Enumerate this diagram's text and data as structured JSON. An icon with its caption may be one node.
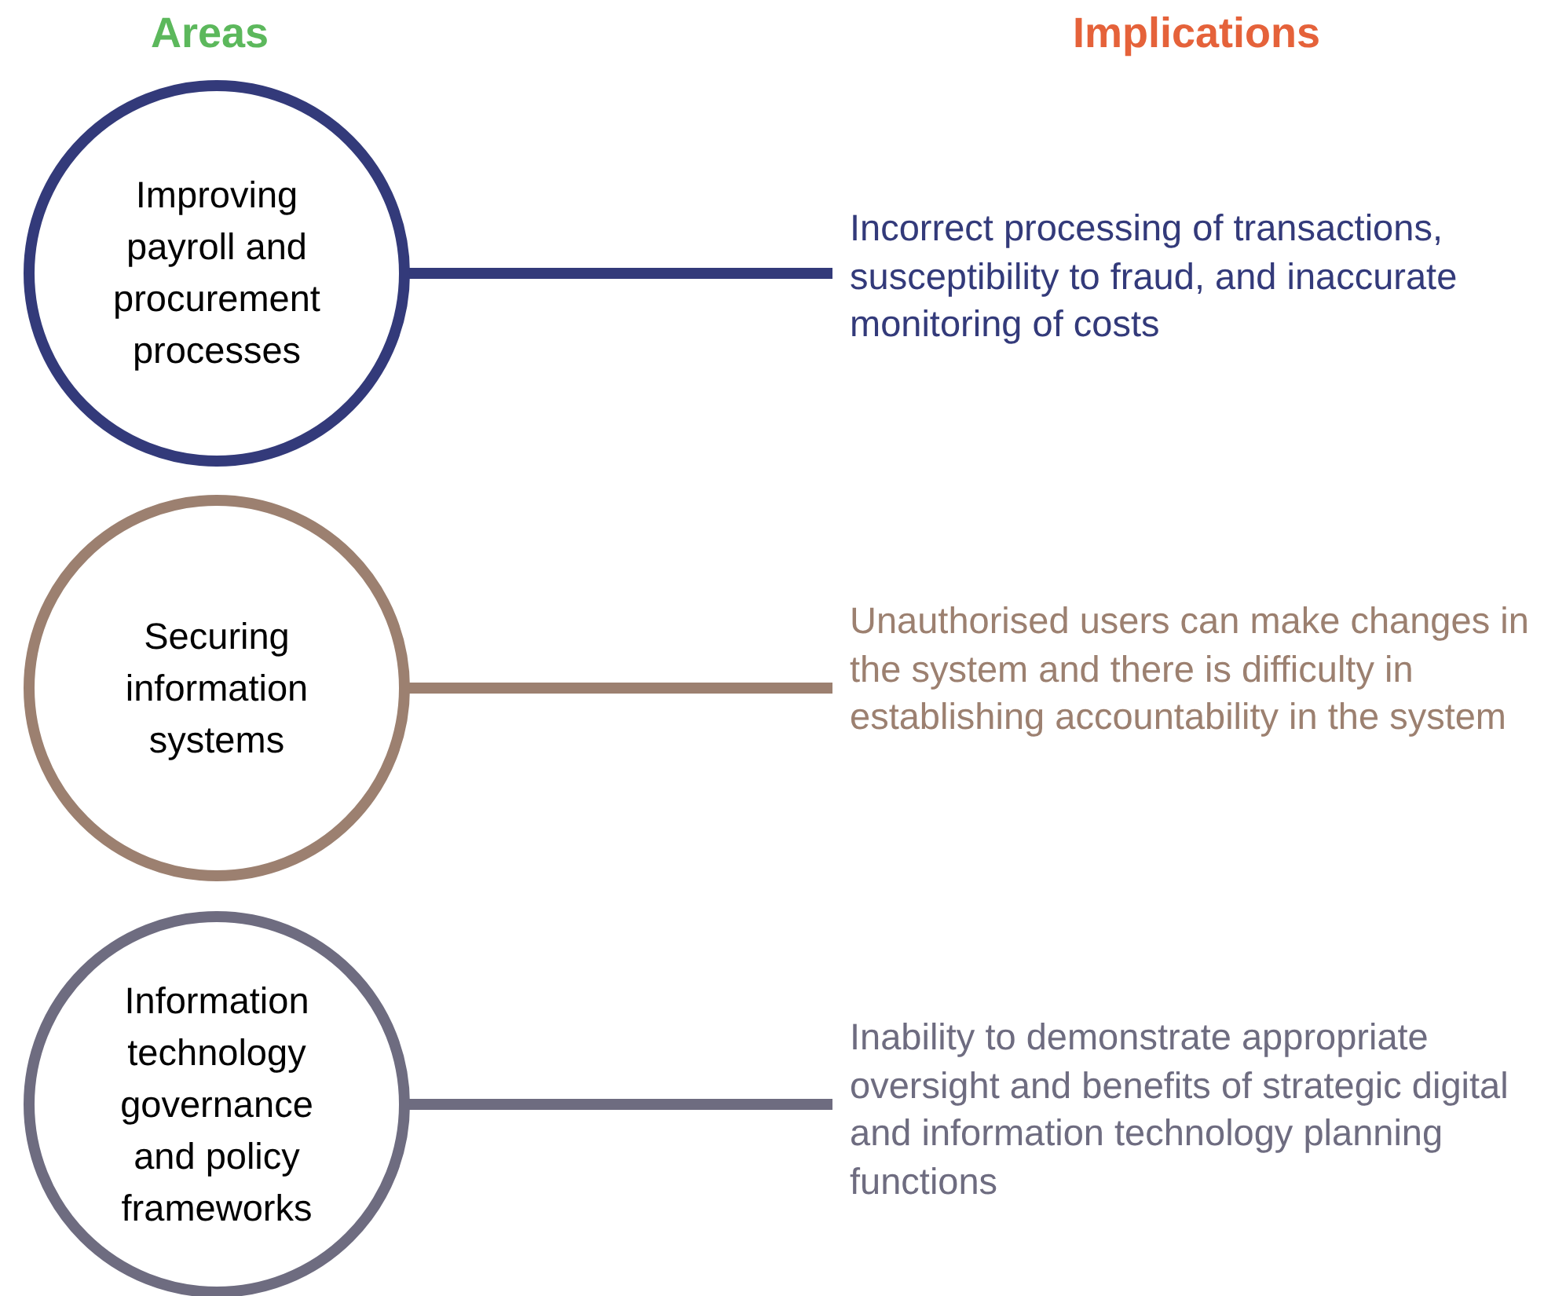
{
  "diagram": {
    "nodes": [
      {
        "text": [
          "Improving payroll and procurement processes"
        ]
      },
      {
        "text": [
          "Securing information systems"
        ]
      },
      {
        "text": [
          "Information technology governance and policy frameworks"
        ]
      },
      {
        "text": [
          "Incorrect processing of transactions, susceptibility to fraud, and inaccurate monitoring of costs"
        ]
      },
      {
        "text": [
          "Unauthorised users can make changes in the system and there is difficulty in establishing accountability in the system"
        ]
      },
      {
        "text": [
          "Inability to demonstrate appropriate oversight and benefits of strategic digital and information technology planning functions"
        ]
      }
    ],
    "edges": [
      {
        "from": 0,
        "to": 3,
        "arrow": "none",
        "color": "#333a7a"
      },
      {
        "from": 1,
        "to": 4,
        "arrow": "none",
        "color": "#9c8070"
      },
      {
        "from": 2,
        "to": 5,
        "arrow": "none",
        "color": "#6e6c80"
      }
    ],
    "labels": [
      "Areas",
      "Implications"
    ]
  }
}
